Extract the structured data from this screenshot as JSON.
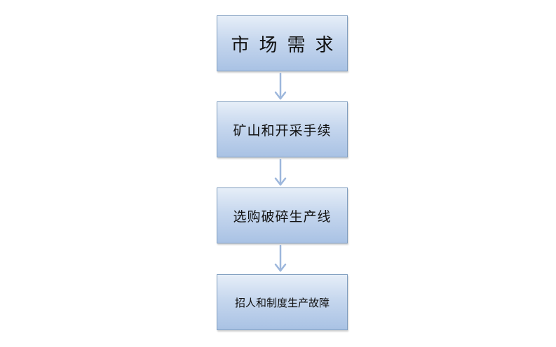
{
  "flowchart": {
    "steps": [
      {
        "label": "市场需求"
      },
      {
        "label": "矿山和开采手续"
      },
      {
        "label": "选购破碎生产线"
      },
      {
        "label": "招人和制度生产故障"
      }
    ]
  },
  "colors": {
    "box_fill_top": "#e6eef8",
    "box_fill_bottom": "#a9c2e4",
    "box_border": "#7f9dbf",
    "arrow": "#9db7dc"
  }
}
